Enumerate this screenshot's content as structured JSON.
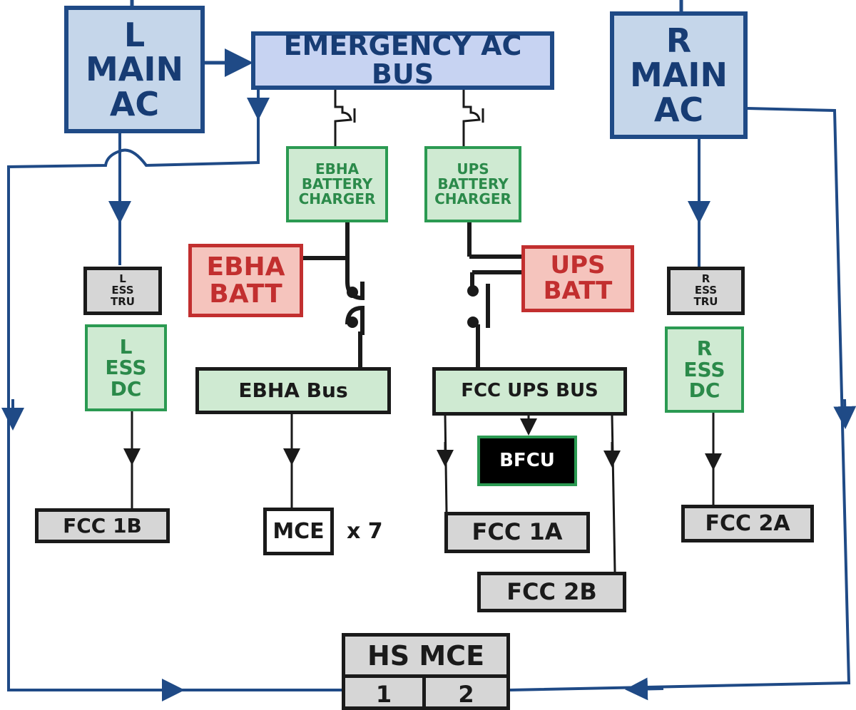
{
  "boxes": {
    "l_main_ac": "L\nMAIN\nAC",
    "r_main_ac": "R\nMAIN\nAC",
    "emergency_ac_bus": "EMERGENCY AC BUS",
    "ebha_charger": "EBHA\nBATTERY\nCHARGER",
    "ups_charger": "UPS\nBATTERY\nCHARGER",
    "ebha_batt": "EBHA\nBATT",
    "ups_batt": "UPS\nBATT",
    "l_ess_tru": "L\nESS\nTRU",
    "r_ess_tru": "R\nESS\nTRU",
    "l_ess_dc": "L\nESS\nDC",
    "r_ess_dc": "R\nESS\nDC",
    "ebha_bus": "EBHA Bus",
    "fcc_ups_bus": "FCC UPS BUS",
    "bfcu": "BFCU",
    "fcc_1b": "FCC 1B",
    "mce": "MCE",
    "mce_multiplier": "x 7",
    "fcc_1a": "FCC 1A",
    "fcc_2b": "FCC 2B",
    "fcc_2a": "FCC 2A",
    "hs_mce": "HS MCE",
    "hs_mce_1": "1",
    "hs_mce_2": "2"
  },
  "colors": {
    "blue_line": "#1f4a86",
    "black_line": "#1a1a1a",
    "green_border": "#2b9a52",
    "red_border": "#c22f2f"
  }
}
